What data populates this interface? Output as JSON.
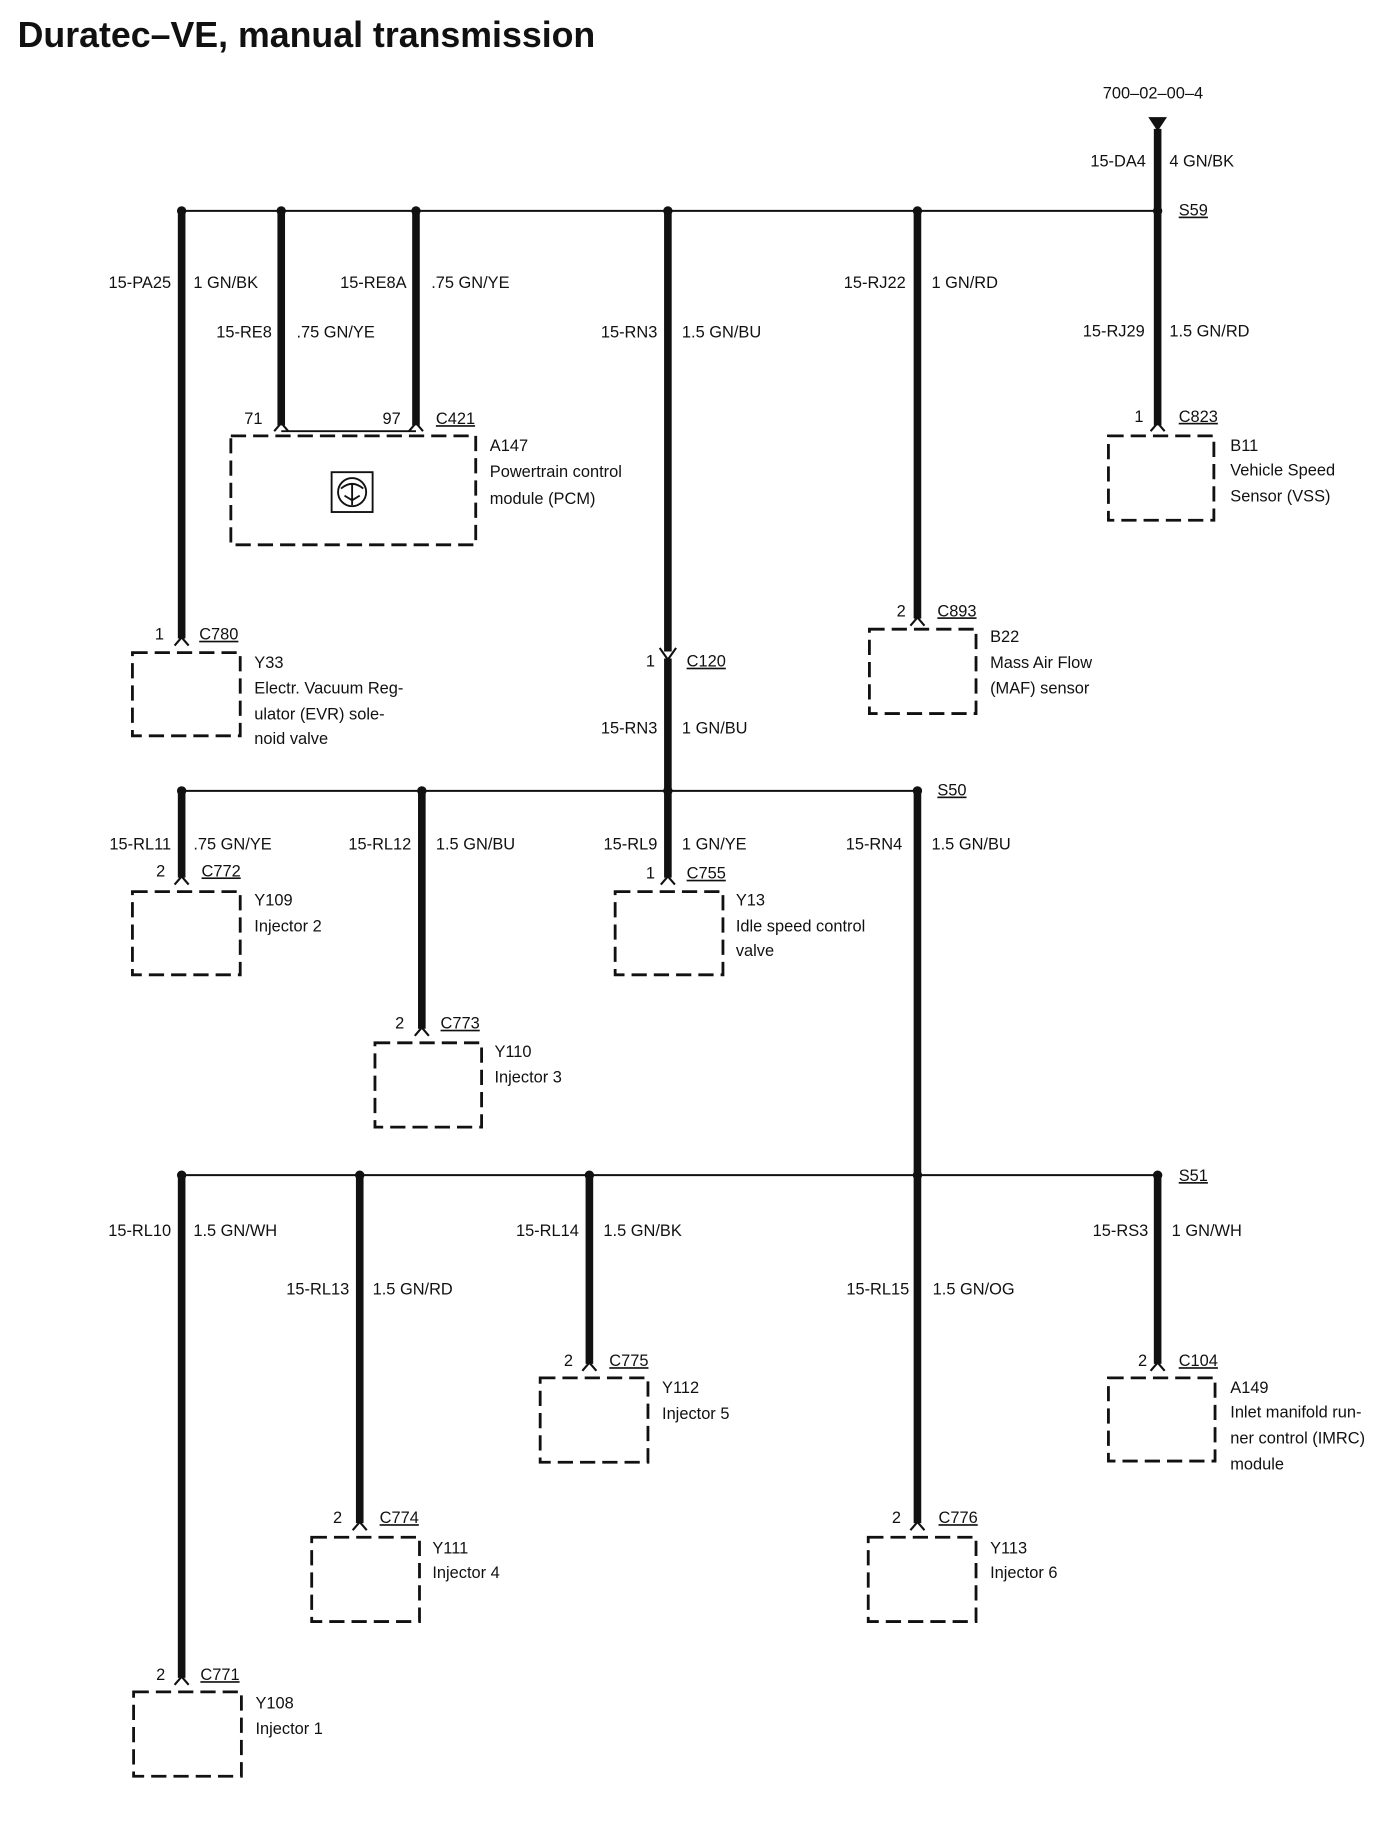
{
  "title": "Duratec–VE, manual transmission",
  "reference": "700–02–00–4",
  "splices": {
    "s59": "S59",
    "s50": "S50",
    "s51": "S51"
  },
  "wires": {
    "da4": {
      "code": "15-DA4",
      "spec": "4 GN/BK"
    },
    "pa25": {
      "code": "15-PA25",
      "spec": "1 GN/BK"
    },
    "re8": {
      "code": "15-RE8",
      "spec": ".75 GN/YE"
    },
    "re8a": {
      "code": "15-RE8A",
      "spec": ".75 GN/YE"
    },
    "rn3_a": {
      "code": "15-RN3",
      "spec": "1.5 GN/BU"
    },
    "rn3_b": {
      "code": "15-RN3",
      "spec": "1 GN/BU"
    },
    "rj22": {
      "code": "15-RJ22",
      "spec": "1 GN/RD"
    },
    "rj29": {
      "code": "15-RJ29",
      "spec": "1.5 GN/RD"
    },
    "rl11": {
      "code": "15-RL11",
      "spec": ".75 GN/YE"
    },
    "rl12": {
      "code": "15-RL12",
      "spec": "1.5 GN/BU"
    },
    "rl9": {
      "code": "15-RL9",
      "spec": "1 GN/YE"
    },
    "rn4": {
      "code": "15-RN4",
      "spec": "1.5 GN/BU"
    },
    "rl10": {
      "code": "15-RL10",
      "spec": "1.5 GN/WH"
    },
    "rl13": {
      "code": "15-RL13",
      "spec": "1.5 GN/RD"
    },
    "rl14": {
      "code": "15-RL14",
      "spec": "1.5 GN/BK"
    },
    "rl15": {
      "code": "15-RL15",
      "spec": "1.5 GN/OG"
    },
    "rs3": {
      "code": "15-RS3",
      "spec": "1 GN/WH"
    }
  },
  "connectors": {
    "c421": {
      "name": "C421",
      "pins": [
        "71",
        "97"
      ]
    },
    "c823": {
      "name": "C823",
      "pin": "1"
    },
    "c780": {
      "name": "C780",
      "pin": "1"
    },
    "c893": {
      "name": "C893",
      "pin": "2"
    },
    "c120": {
      "name": "C120",
      "pin": "1"
    },
    "c772": {
      "name": "C772",
      "pin": "2"
    },
    "c755": {
      "name": "C755",
      "pin": "1"
    },
    "c773": {
      "name": "C773",
      "pin": "2"
    },
    "c775": {
      "name": "C775",
      "pin": "2"
    },
    "c104": {
      "name": "C104",
      "pin": "2"
    },
    "c774": {
      "name": "C774",
      "pin": "2"
    },
    "c776": {
      "name": "C776",
      "pin": "2"
    },
    "c771": {
      "name": "C771",
      "pin": "2"
    }
  },
  "components": {
    "a147": {
      "id": "A147",
      "lines": [
        "Powertrain control",
        "module (PCM)"
      ],
      "icon": "esd-sensitive-icon"
    },
    "b11": {
      "id": "B11",
      "lines": [
        "Vehicle Speed",
        "Sensor (VSS)"
      ]
    },
    "y33": {
      "id": "Y33",
      "lines": [
        "Electr. Vacuum Reg-",
        "ulator (EVR) sole-",
        "noid valve"
      ]
    },
    "b22": {
      "id": "B22",
      "lines": [
        "Mass Air Flow",
        "(MAF) sensor"
      ]
    },
    "y109": {
      "id": "Y109",
      "lines": [
        "Injector 2"
      ]
    },
    "y13": {
      "id": "Y13",
      "lines": [
        "Idle speed control",
        "valve"
      ]
    },
    "y110": {
      "id": "Y110",
      "lines": [
        "Injector 3"
      ]
    },
    "y112": {
      "id": "Y112",
      "lines": [
        "Injector 5"
      ]
    },
    "a149": {
      "id": "A149",
      "lines": [
        "Inlet manifold run-",
        "ner control (IMRC)",
        "module"
      ]
    },
    "y111": {
      "id": "Y111",
      "lines": [
        "Injector 4"
      ]
    },
    "y113": {
      "id": "Y113",
      "lines": [
        "Injector 6"
      ]
    },
    "y108": {
      "id": "Y108",
      "lines": [
        "Injector 1"
      ]
    }
  }
}
